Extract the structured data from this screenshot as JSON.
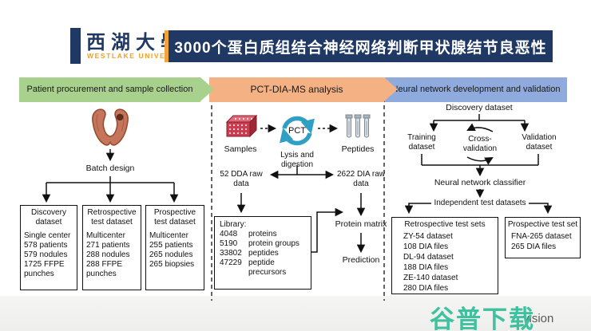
{
  "header": {
    "logo_cn": "西湖大學",
    "logo_en": "WESTLAKE UNIVERSITY",
    "title": "3000个蛋白质组结合神经网络判断甲状腺结节良恶性"
  },
  "colors": {
    "navy": "#1f3864",
    "orange_accent": "#f2a33c",
    "stage_green": "#a9d18e",
    "stage_orange": "#f4b183",
    "stage_blue": "#8faadc",
    "pct_teal": "#2f9fc4",
    "watermark_green": "#3fc19f"
  },
  "col1": {
    "header": "Patient procurement and sample collection",
    "organ": "thyroid-with-nodule",
    "batch": "Batch design",
    "boxes": [
      {
        "title": "Discovery dataset",
        "items": [
          "Single center",
          "578 patients",
          "579 nodules",
          "1725 FFPE punches"
        ]
      },
      {
        "title": "Retrospective test dataset",
        "items": [
          "Multicenter",
          "271 patients",
          "288 nodules",
          "288 FFPE punches"
        ]
      },
      {
        "title": "Prospective test dataset",
        "items": [
          "Multicenter",
          "255 patients",
          "265 nodules",
          "265 biopsies"
        ]
      }
    ]
  },
  "col2": {
    "header": "PCT-DIA-MS analysis",
    "samples_label": "Samples",
    "pct_label": "PCT",
    "lysis_label": "Lysis and digestion",
    "peptides_label": "Peptides",
    "dda": "52 DDA raw data",
    "dia": "2622 DIA raw data",
    "library_title": "Library:",
    "library_rows": [
      {
        "num": "4048",
        "label": "proteins"
      },
      {
        "num": "5190",
        "label": "protein groups"
      },
      {
        "num": "33802",
        "label": "peptides"
      },
      {
        "num": "47229",
        "label": "peptide precursors"
      }
    ],
    "protein_matrix": "Protein matrix",
    "prediction": "Prediction"
  },
  "col3": {
    "header": "Neural network development and validation",
    "discovery": "Discovery dataset",
    "training": "Training dataset",
    "cross_validation": "Cross-validation",
    "validation": "Validation dataset",
    "classifier": "Neural network classifier",
    "independent": "Independent test datasets",
    "retro_box": {
      "title": "Retrospective test sets",
      "items": [
        "ZY-54 dataset",
        "108 DIA files",
        "DL-94 dataset",
        "188 DIA files",
        "ZE-140 dataset",
        "280 DIA files"
      ]
    },
    "pros_box": {
      "title": "Prospective test set",
      "items": [
        "FNA-265 dataset",
        "265 DIA files"
      ]
    }
  },
  "footer": {
    "watermark_cn": "谷普下载",
    "logo_fragment": "vision"
  }
}
